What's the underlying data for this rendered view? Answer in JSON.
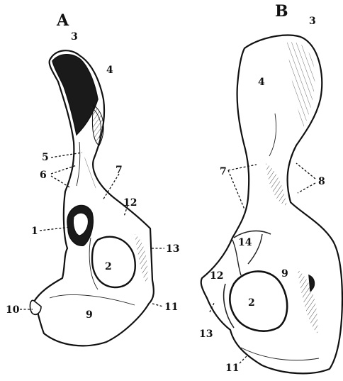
{
  "figure": {
    "panels": [
      {
        "id": "A",
        "label": "A",
        "numbers": [
          "3",
          "4",
          "5",
          "6",
          "7",
          "12",
          "1",
          "13",
          "2",
          "9",
          "10",
          "11"
        ]
      },
      {
        "id": "B",
        "label": "B",
        "numbers": [
          "3",
          "4",
          "7",
          "8",
          "14",
          "12",
          "9",
          "2",
          "13",
          "11"
        ]
      }
    ]
  }
}
